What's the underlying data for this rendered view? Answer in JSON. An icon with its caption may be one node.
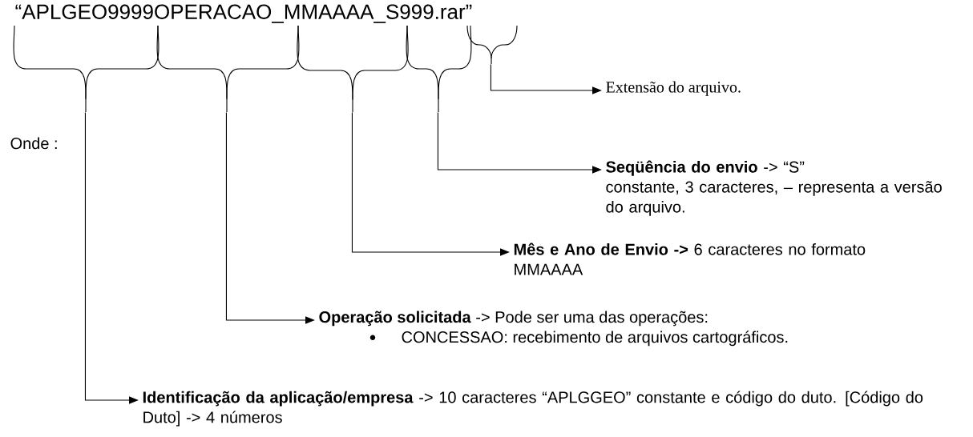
{
  "diagram": {
    "nodes": [
      {
        "text": [
          "“APLGEO9999OPERACAO_MMAAAA_S999.rar”"
        ]
      },
      {
        "text": [],
        "shape": "brace"
      },
      {
        "text": [],
        "shape": "brace"
      },
      {
        "text": [],
        "shape": "brace"
      },
      {
        "text": [],
        "shape": "brace"
      },
      {
        "text": [],
        "shape": "brace"
      },
      {
        "text": [
          "Extensão do arquivo."
        ]
      },
      {
        "text": [
          "**Seqüência do envio** -> “S”",
          "constante, 3 caracteres, – representa a versão do arquivo."
        ]
      },
      {
        "text": [
          "**Mês e Ano de Envio ->** 6 caracteres no formato MMAAAA"
        ]
      },
      {
        "text": [
          "**Operação solicitada** -> Pode ser uma das operações:",
          "CONCESSAO: recebimento de arquivos cartográficos."
        ]
      },
      {
        "text": [
          "**Identificação da aplicação/empresa** -> 10 caracteres “APLGGEO” constante e código do duto. [Código do Duto] -> 4 números"
        ]
      }
    ],
    "edges": [
      {
        "from": 5,
        "to": 6,
        "arrow": "to"
      },
      {
        "from": 4,
        "to": 7,
        "arrow": "to"
      },
      {
        "from": 3,
        "to": 8,
        "arrow": "to"
      },
      {
        "from": 2,
        "to": 9,
        "arrow": "to"
      },
      {
        "from": 1,
        "to": 10,
        "arrow": "to"
      }
    ],
    "labels": [
      "Onde :"
    ]
  }
}
